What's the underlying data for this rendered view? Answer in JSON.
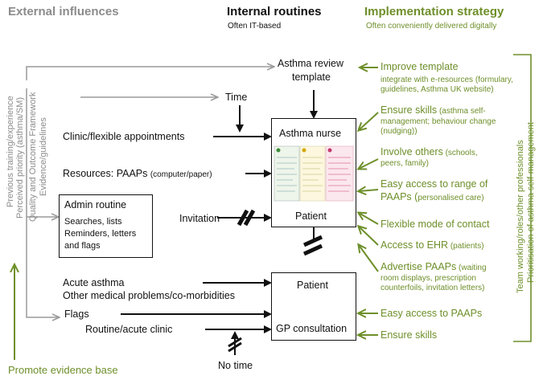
{
  "headers": {
    "external": "External influences",
    "internal": "Internal routines",
    "internal_sub": "Often IT-based",
    "implementation": "Implementation strategy",
    "implementation_sub": "Often conveniently delivered digitally"
  },
  "external_vertical": [
    "Evidence/guidelines",
    "Quality and Outcome Framework",
    "Perceived priority (asthma/SM)",
    "Previous training/experience"
  ],
  "internal": {
    "asthma_review_template": [
      "Asthma review",
      "template"
    ],
    "time": "Time",
    "clinic": "Clinic/flexible appointments",
    "resources_main": "Resources: PAAPs ",
    "resources_small": "(computer/paper)",
    "admin_title": "Admin routine",
    "admin_lines": [
      "Searches, lists",
      "Reminders, letters",
      "and flags"
    ],
    "invitation": "Invitation",
    "asthma_nurse": "Asthma nurse",
    "patient_top": "Patient",
    "acute_asthma": "Acute asthma",
    "other_problems": "Other medical problems/co-morbidities",
    "flags": "Flags",
    "routine_clinic": "Routine/acute clinic",
    "patient_bottom": "Patient",
    "gp_consultation": "GP consultation",
    "no_time": "No time"
  },
  "strategies": [
    {
      "main": "Improve template",
      "detail": [
        "integrate with e-resources (formulary,",
        "guidelines, Asthma UK website)"
      ]
    },
    {
      "main": "Ensure skills",
      "inline": " (asthma self-",
      "detail": [
        "management; behaviour change",
        "(nudging))"
      ]
    },
    {
      "main": "Involve others",
      "inline": " (schools,",
      "detail": [
        "peers, family)"
      ]
    },
    {
      "main": "Easy access to range of",
      "detail_main": "PAAPs (",
      "detail_small": "personalised care)"
    },
    {
      "main": "Flexible mode of contact"
    },
    {
      "main": "Access to EHR",
      "inline": " (patients)"
    },
    {
      "main": "Advertise PAAPs",
      "inline": " (waiting",
      "detail": [
        "room displays, prescription",
        "counterfoils, invitation letters)"
      ]
    },
    {
      "main": "Easy access to PAAPs"
    },
    {
      "main": "Ensure skills"
    }
  ],
  "right_vertical": [
    "Team working/roles/other professionals",
    "Prioritisation of asthma self-management"
  ],
  "promote": "Promote evidence base",
  "colors": {
    "grey": "#8c8c8c",
    "green": "#6e8f2a",
    "black": "#111111"
  }
}
